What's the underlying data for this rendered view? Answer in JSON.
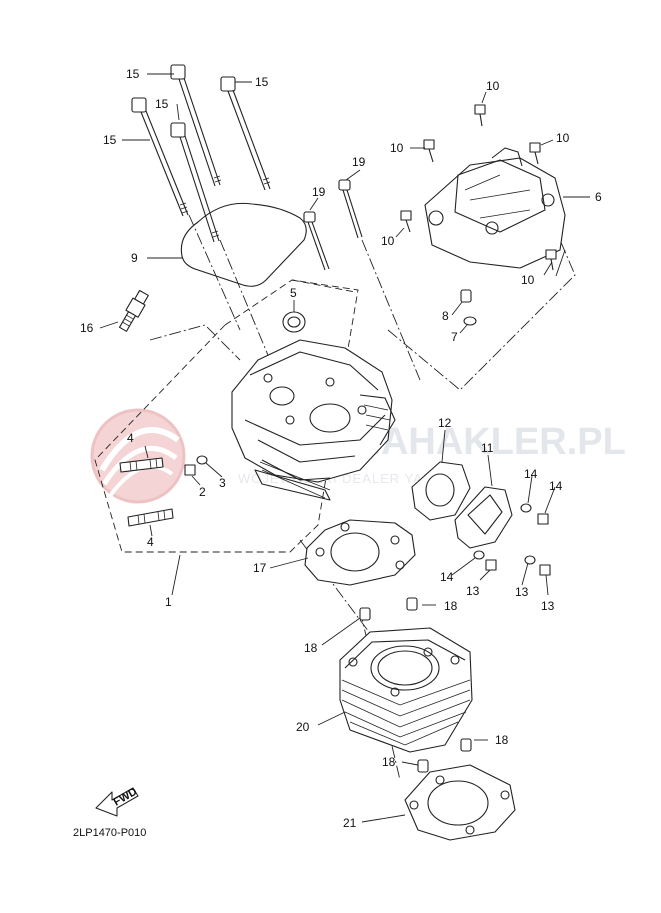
{
  "watermark": {
    "text": "YAMAHAKLER.PL",
    "subtitle": "WOJEWÓDZKI DEALER YAMAHA",
    "color": "#e8b9b9"
  },
  "callouts": [
    {
      "id": "c15a",
      "label": "15"
    },
    {
      "id": "c15b",
      "label": "15"
    },
    {
      "id": "c15c",
      "label": "15"
    },
    {
      "id": "c15d",
      "label": "15"
    },
    {
      "id": "c10a",
      "label": "10"
    },
    {
      "id": "c10b",
      "label": "10"
    },
    {
      "id": "c10c",
      "label": "10"
    },
    {
      "id": "c10d",
      "label": "10"
    },
    {
      "id": "c10e",
      "label": "10"
    },
    {
      "id": "c19a",
      "label": "19"
    },
    {
      "id": "c19b",
      "label": "19"
    },
    {
      "id": "c6",
      "label": "6"
    },
    {
      "id": "c9",
      "label": "9"
    },
    {
      "id": "c5",
      "label": "5"
    },
    {
      "id": "c8",
      "label": "8"
    },
    {
      "id": "c7",
      "label": "7"
    },
    {
      "id": "c16",
      "label": "16"
    },
    {
      "id": "c4a",
      "label": "4"
    },
    {
      "id": "c4b",
      "label": "4"
    },
    {
      "id": "c2",
      "label": "2"
    },
    {
      "id": "c3",
      "label": "3"
    },
    {
      "id": "c12",
      "label": "12"
    },
    {
      "id": "c11",
      "label": "11"
    },
    {
      "id": "c14a",
      "label": "14"
    },
    {
      "id": "c14b",
      "label": "14"
    },
    {
      "id": "c14c",
      "label": "14"
    },
    {
      "id": "c13a",
      "label": "13"
    },
    {
      "id": "c13b",
      "label": "13"
    },
    {
      "id": "c13c",
      "label": "13"
    },
    {
      "id": "c17",
      "label": "17"
    },
    {
      "id": "c1",
      "label": "1"
    },
    {
      "id": "c18a",
      "label": "18"
    },
    {
      "id": "c18b",
      "label": "18"
    },
    {
      "id": "c18c",
      "label": "18"
    },
    {
      "id": "c18d",
      "label": "18"
    },
    {
      "id": "c20",
      "label": "20"
    },
    {
      "id": "c21",
      "label": "21"
    }
  ],
  "fwd_label": "FWD",
  "diagram_code": "2LP1470-P010"
}
